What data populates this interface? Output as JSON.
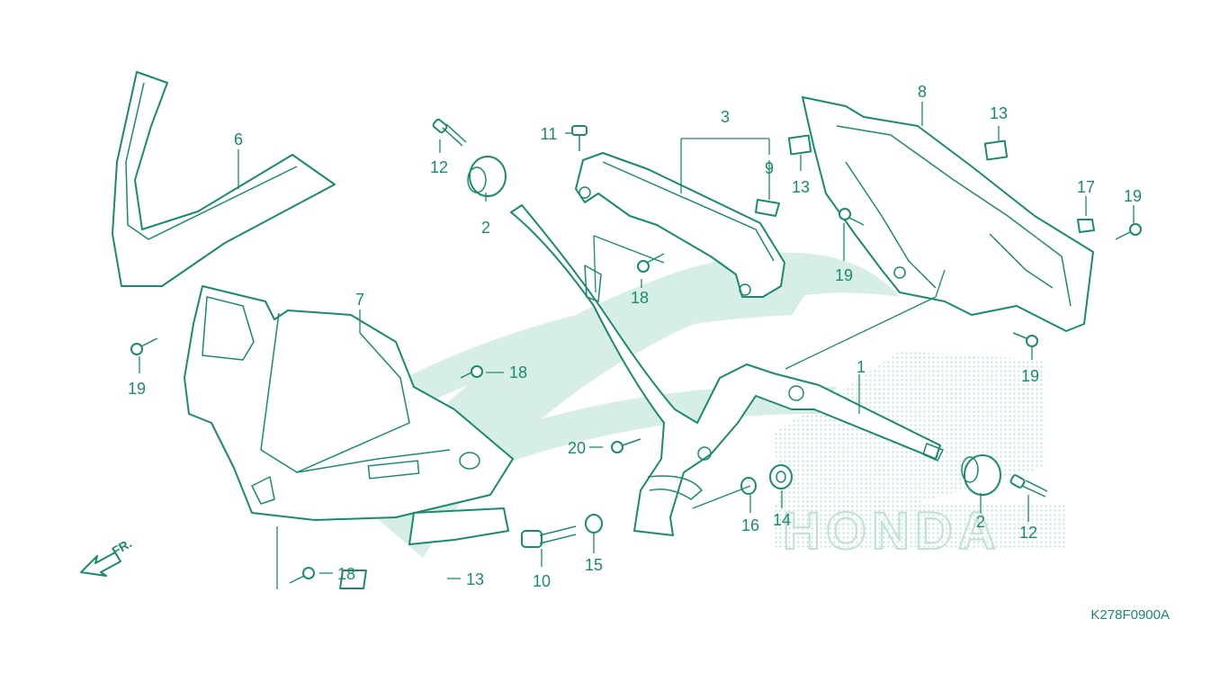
{
  "diagram": {
    "code": "K278F0900A",
    "front_indicator": "FR.",
    "colors": {
      "line": "#1a8a6e",
      "watermark": "#d7eee6",
      "background": "#ffffff"
    },
    "watermark_text": "HONDA",
    "callouts": [
      {
        "id": "c1",
        "label": "1"
      },
      {
        "id": "c2a",
        "label": "2"
      },
      {
        "id": "c2b",
        "label": "2"
      },
      {
        "id": "c3",
        "label": "3"
      },
      {
        "id": "c6",
        "label": "6"
      },
      {
        "id": "c7",
        "label": "7"
      },
      {
        "id": "c8",
        "label": "8"
      },
      {
        "id": "c9",
        "label": "9"
      },
      {
        "id": "c10",
        "label": "10"
      },
      {
        "id": "c11",
        "label": "11"
      },
      {
        "id": "c12a",
        "label": "12"
      },
      {
        "id": "c12b",
        "label": "12"
      },
      {
        "id": "c13a",
        "label": "13"
      },
      {
        "id": "c13b",
        "label": "13"
      },
      {
        "id": "c13c",
        "label": "13"
      },
      {
        "id": "c14",
        "label": "14"
      },
      {
        "id": "c15",
        "label": "15"
      },
      {
        "id": "c16",
        "label": "16"
      },
      {
        "id": "c17",
        "label": "17"
      },
      {
        "id": "c18a",
        "label": "18"
      },
      {
        "id": "c18b",
        "label": "18"
      },
      {
        "id": "c18c",
        "label": "18"
      },
      {
        "id": "c19a",
        "label": "19"
      },
      {
        "id": "c19b",
        "label": "19"
      },
      {
        "id": "c19c",
        "label": "19"
      },
      {
        "id": "c19d",
        "label": "19"
      },
      {
        "id": "c20",
        "label": "20"
      }
    ]
  }
}
